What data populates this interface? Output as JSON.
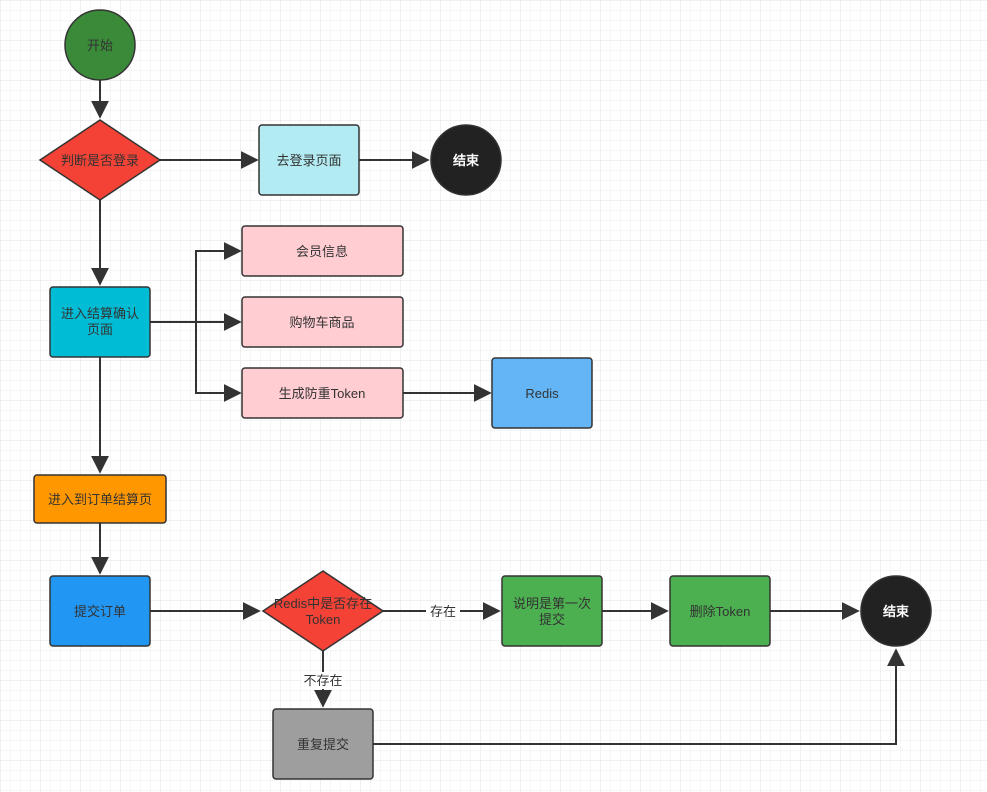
{
  "nodes": {
    "start": "开始",
    "check_login": "判断是否登录",
    "goto_login": "去登录页面",
    "end_top": "结束",
    "member_info": "会员信息",
    "cart_items": "购物车商品",
    "gen_token": "生成防重Token",
    "redis": "Redis",
    "enter_confirm": [
      "进入结算确认",
      "页面"
    ],
    "enter_checkout": "进入到订单结算页",
    "submit_order": "提交订单",
    "redis_check": [
      "Redis中是否存在",
      "Token"
    ],
    "first_submit": [
      "说明是第一次",
      "提交"
    ],
    "delete_token": "删除Token",
    "end_bottom": "结束",
    "repeat_submit": "重复提交"
  },
  "edges": {
    "exists": "存在",
    "not_exists": "不存在"
  },
  "colors": {
    "start": "#3a8a3a",
    "decision": "#f44336",
    "login_page": "#b2ebf2",
    "end": "#222222",
    "pink": "#ffcdd2",
    "redis": "#64b5f6",
    "confirm": "#00bcd4",
    "checkout": "#ff9800",
    "submit": "#2196f3",
    "green": "#4caf50",
    "gray": "#9e9e9e"
  }
}
